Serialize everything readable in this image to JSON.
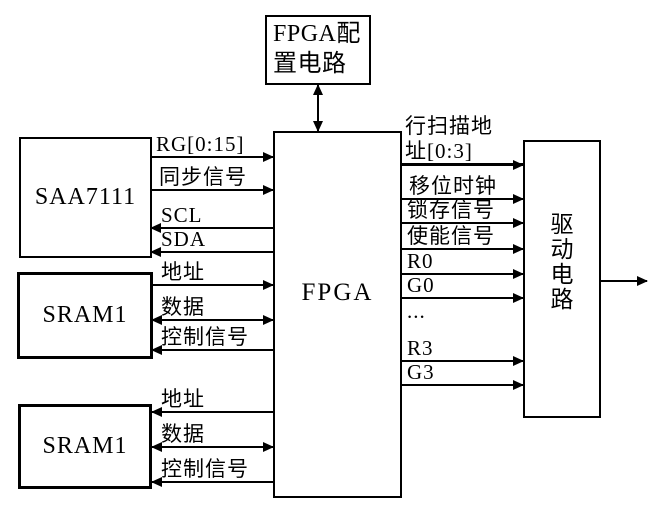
{
  "diagram": {
    "title": "FPGA video system block diagram",
    "colors": {
      "line": "#000000",
      "background": "#ffffff",
      "text": "#000000"
    },
    "blocks": {
      "fpga_config": {
        "label": "FPGA配置电路"
      },
      "saa7111": {
        "label": "SAA7111"
      },
      "sram1_top": {
        "label": "SRAM1"
      },
      "sram1_bottom": {
        "label": "SRAM1"
      },
      "fpga": {
        "label": "FPGA"
      },
      "driver": {
        "label": "驱动电路"
      }
    },
    "signals": {
      "saa_fpga": [
        {
          "label": "RG[0:15]",
          "direction": "right"
        },
        {
          "label": "同步信号",
          "direction": "right"
        },
        {
          "label": "SCL",
          "direction": "left"
        },
        {
          "label": "SDA",
          "direction": "left"
        }
      ],
      "sram_top": [
        {
          "label": "地址",
          "direction": "right"
        },
        {
          "label": "数据",
          "direction": "both"
        },
        {
          "label": "控制信号",
          "direction": "left"
        }
      ],
      "sram_bottom": [
        {
          "label": "地址",
          "direction": "left"
        },
        {
          "label": "数据",
          "direction": "both"
        },
        {
          "label": "控制信号",
          "direction": "left"
        }
      ],
      "fpga_driver": [
        {
          "label": "行扫描地址[0:3]",
          "direction": "right"
        },
        {
          "label": "移位时钟",
          "direction": "right"
        },
        {
          "label": "锁存信号",
          "direction": "right"
        },
        {
          "label": "使能信号",
          "direction": "right"
        },
        {
          "label": "R0",
          "direction": "right"
        },
        {
          "label": "G0",
          "direction": "right"
        },
        {
          "label": "...",
          "direction": "none"
        },
        {
          "label": "R3",
          "direction": "right"
        },
        {
          "label": "G3",
          "direction": "right"
        }
      ],
      "config_link": {
        "direction": "both"
      },
      "driver_output": {
        "direction": "right"
      }
    }
  }
}
